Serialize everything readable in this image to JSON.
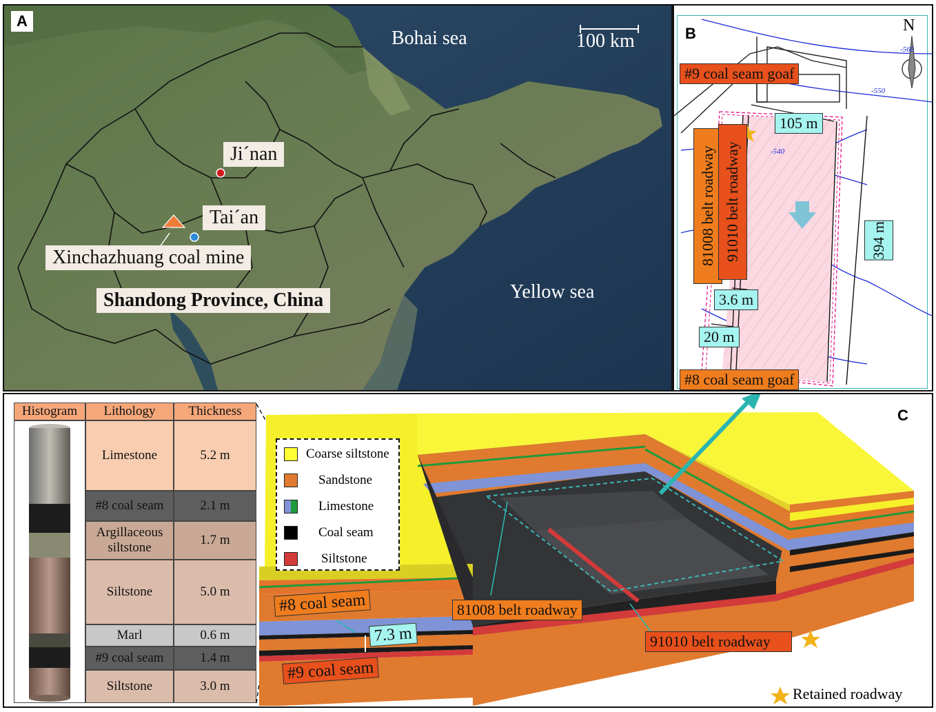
{
  "panel_a": {
    "label": "A",
    "scale": "100 km",
    "seas": [
      "Bohai sea",
      "Yellow sea"
    ],
    "cities": [
      "Ji´nan",
      "Tai´an"
    ],
    "mine": "Xinchazhuang coal mine",
    "region": "Shandong Province, China"
  },
  "panel_b": {
    "label": "B",
    "north": "N",
    "goaf_9": "#9 coal seam goaf",
    "goaf_8": "#8 coal seam goaf",
    "road_81008": "81008 belt roadway",
    "road_91010": "91010 belt roadway",
    "dim_width": "105 m",
    "dim_length": "394 m",
    "dim_pillar": "3.6 m",
    "dim_offset": "20 m",
    "contours": [
      "-560",
      "-550",
      "-540"
    ]
  },
  "panel_c": {
    "label": "C",
    "table_headers": [
      "Histogram",
      "Lithology",
      "Thickness"
    ],
    "rows": [
      {
        "lithology": "Limestone",
        "thickness": "5.2 m"
      },
      {
        "lithology": "#8 coal seam",
        "thickness": "2.1 m"
      },
      {
        "lithology": "Argillaceous siltstone",
        "thickness": "1.7 m"
      },
      {
        "lithology": "Siltstone",
        "thickness": "5.0 m"
      },
      {
        "lithology": "Marl",
        "thickness": "0.6 m"
      },
      {
        "lithology": "#9 coal seam",
        "thickness": "1.4 m"
      },
      {
        "lithology": "Siltstone",
        "thickness": "3.0 m"
      }
    ],
    "legend": [
      {
        "label": "Coarse siltstone",
        "color": "#ffff33"
      },
      {
        "label": "Sandstone",
        "color": "#e07a2e"
      },
      {
        "label": "Limestone",
        "color": "#7f93d6",
        "color2": "#1f9a3c"
      },
      {
        "label": "Coal seam",
        "color": "#000000"
      },
      {
        "label": "Siltstone",
        "color": "#d33a3a"
      }
    ],
    "seam_8": "#8 coal seam",
    "seam_9": "#9 coal seam",
    "spacing": "7.3 m",
    "road_81008": "81008 belt roadway",
    "road_91010": "91010 belt roadway",
    "retained": "Retained roadway"
  }
}
